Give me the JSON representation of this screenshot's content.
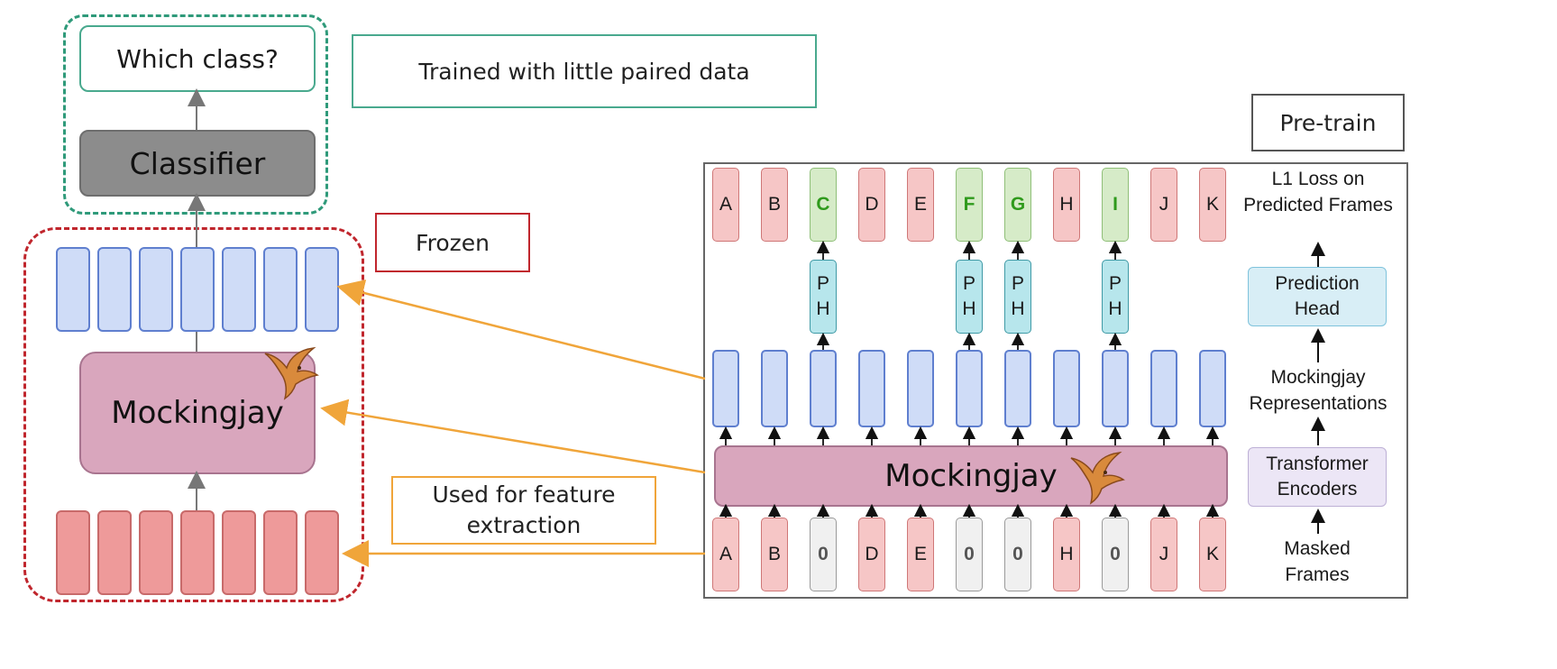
{
  "left": {
    "question": "Which class?",
    "classifier": "Classifier",
    "model": "Mockingjay",
    "trained_note": "Trained with little paired data",
    "frozen_note": "Frozen",
    "feature_note": "Used for feature extraction",
    "rep_count": 7,
    "input_count": 7
  },
  "right": {
    "title": "Pre-train",
    "model": "Mockingjay",
    "predicted_frames": [
      {
        "label": "A",
        "kind": "normal"
      },
      {
        "label": "B",
        "kind": "normal"
      },
      {
        "label": "C",
        "kind": "predicted"
      },
      {
        "label": "D",
        "kind": "normal"
      },
      {
        "label": "E",
        "kind": "normal"
      },
      {
        "label": "F",
        "kind": "predicted"
      },
      {
        "label": "G",
        "kind": "predicted"
      },
      {
        "label": "H",
        "kind": "normal"
      },
      {
        "label": "I",
        "kind": "predicted"
      },
      {
        "label": "J",
        "kind": "normal"
      },
      {
        "label": "K",
        "kind": "normal"
      }
    ],
    "masked_frames": [
      {
        "label": "A",
        "kind": "normal"
      },
      {
        "label": "B",
        "kind": "normal"
      },
      {
        "label": "0",
        "kind": "masked"
      },
      {
        "label": "D",
        "kind": "normal"
      },
      {
        "label": "E",
        "kind": "normal"
      },
      {
        "label": "0",
        "kind": "masked"
      },
      {
        "label": "0",
        "kind": "masked"
      },
      {
        "label": "H",
        "kind": "normal"
      },
      {
        "label": "0",
        "kind": "masked"
      },
      {
        "label": "J",
        "kind": "normal"
      },
      {
        "label": "K",
        "kind": "normal"
      }
    ],
    "ph_top": "P",
    "ph_bottom": "H",
    "side_labels": {
      "loss": "L1 Loss on Predicted Frames",
      "prediction_head": "Prediction Head",
      "representations": "Mockingjay Representations",
      "transformer": "Transformer Encoders",
      "masked": "Masked Frames"
    }
  },
  "colors": {
    "teal_dash": "#2f9a7a",
    "red_dash": "#c0262d",
    "orange_arrow": "#f0a53a",
    "mockingjay": "#d9a6bd"
  }
}
